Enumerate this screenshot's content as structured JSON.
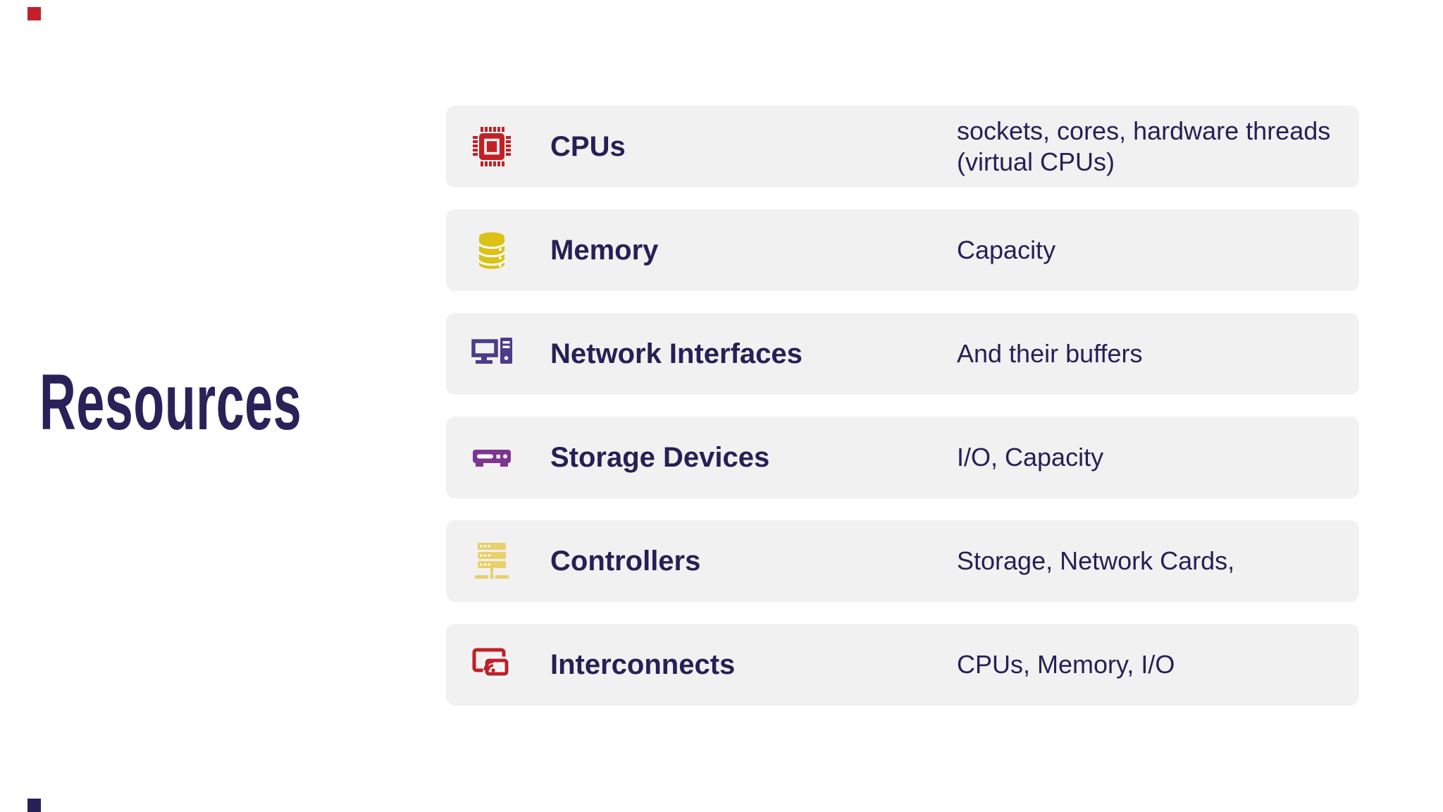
{
  "title": {
    "text": "Resources",
    "color": "#2a2158"
  },
  "decorations": {
    "top_left_square_color": "#c2202a",
    "bottom_left_square_color": "#272155"
  },
  "colors": {
    "page_background": "#ffffff",
    "row_background": "#f2f1f2",
    "text_navy": "#262055"
  },
  "rows": [
    {
      "icon": "cpu-chip-icon",
      "icon_color": "#c32026",
      "label": "CPUs",
      "description": "sockets, cores, hardware threads (virtual CPUs)"
    },
    {
      "icon": "database-icon",
      "icon_color": "#dcc117",
      "label": "Memory",
      "description": "Capacity"
    },
    {
      "icon": "desktop-computer-icon",
      "icon_color": "#4b3b8b",
      "label": "Network Interfaces",
      "description": "And their buffers"
    },
    {
      "icon": "storage-drive-icon",
      "icon_color": "#7d3590",
      "label": "Storage Devices",
      "description": "I/O, Capacity"
    },
    {
      "icon": "server-rack-icon",
      "icon_color": "#e9d06c",
      "label": "Controllers",
      "description": "Storage, Network Cards,"
    },
    {
      "icon": "screen-cast-icon",
      "icon_color": "#bf2026",
      "label": "Interconnects",
      "description": "CPUs, Memory, I/O"
    }
  ]
}
